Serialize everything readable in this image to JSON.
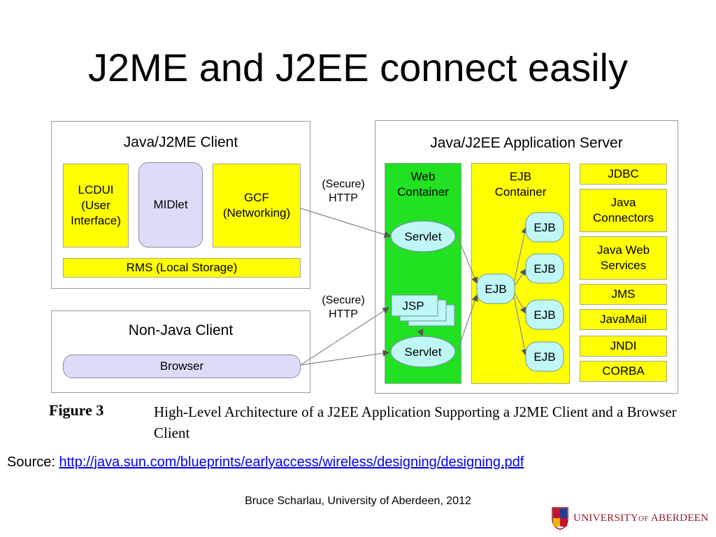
{
  "slide": {
    "title": "J2ME and J2EE connect easily"
  },
  "diagram": {
    "j2me_client": {
      "title": "Java/J2ME Client",
      "lcdui": "LCDUI\n(User\nInterface)",
      "midlet": "MIDlet",
      "gcf": "GCF\n(Networking)",
      "rms": "RMS (Local Storage)"
    },
    "non_java_client": {
      "title": "Non-Java Client",
      "browser": "Browser"
    },
    "server": {
      "title": "Java/J2EE Application Server",
      "web_container": "Web\nContainer",
      "ejb_container": "EJB\nContainer",
      "servlet": "Servlet",
      "jsp": "JSP",
      "ejb": "EJB",
      "services": [
        "JDBC",
        "Java\nConnectors",
        "Java Web\nServices",
        "JMS",
        "JavaMail",
        "JNDI",
        "CORBA"
      ]
    },
    "http_label": "(Secure)\nHTTP",
    "colors": {
      "yellow": "#ffff00",
      "green": "#22e022",
      "lavender": "#dcdcf8",
      "cyan": "#bff6f6"
    }
  },
  "figure": {
    "number": "Figure 3",
    "caption": "High-Level Architecture of a J2EE Application Supporting a J2ME Client and a Browser Client"
  },
  "source": {
    "label": "Source:",
    "link": "http://java.sun.com/blueprints/earlyaccess/wireless/designing/designing.pdf"
  },
  "footer": {
    "credit": "Bruce Scharlau, University of Aberdeen, 2012",
    "logo_text": "UNIVERSITY of ABERDEEN"
  }
}
